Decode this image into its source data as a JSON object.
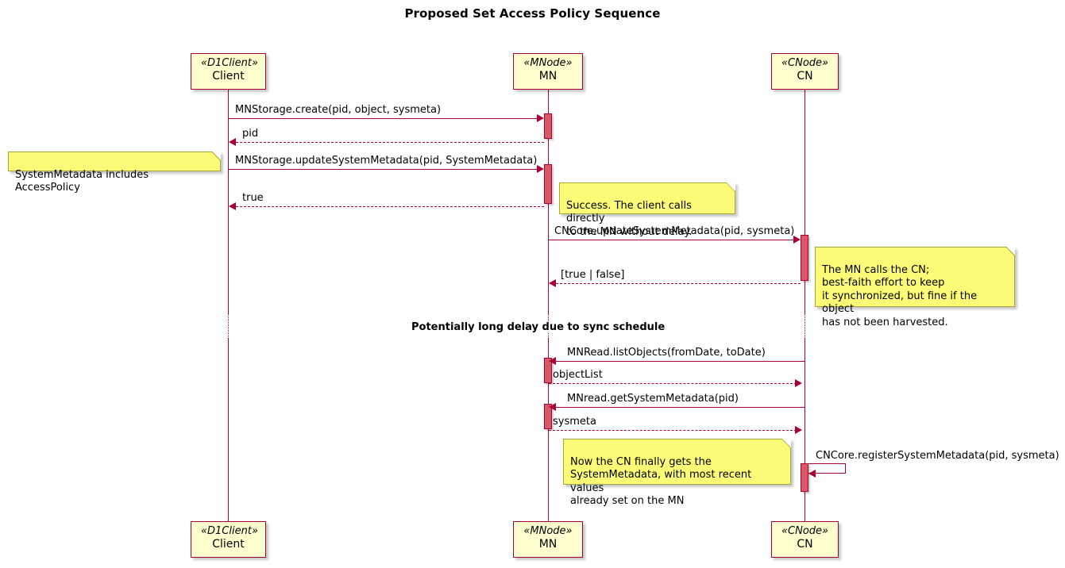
{
  "diagram": {
    "title": "Proposed Set Access Policy Sequence",
    "type": "uml-sequence-diagram",
    "colors": {
      "line": "#A80036",
      "participant_fill": "#FEFECE",
      "note_fill": "#FBFB77",
      "note_border": "#A8A838",
      "activation_fill": "#D95767",
      "background": "#FFFFFF"
    }
  },
  "participants": [
    {
      "id": "client",
      "stereotype": "«D1Client»",
      "name": "Client"
    },
    {
      "id": "mn",
      "stereotype": "«MNode»",
      "name": "MN"
    },
    {
      "id": "cn",
      "stereotype": "«CNode»",
      "name": "CN"
    }
  ],
  "messages": [
    {
      "id": "m1",
      "label": "MNStorage.create(pid, object, sysmeta)",
      "from": "client",
      "to": "mn",
      "style": "solid",
      "direction": "right"
    },
    {
      "id": "m2",
      "label": "pid",
      "from": "mn",
      "to": "client",
      "style": "dashed",
      "direction": "left"
    },
    {
      "id": "m3",
      "label": "MNStorage.updateSystemMetadata(pid, SystemMetadata)",
      "from": "client",
      "to": "mn",
      "style": "solid",
      "direction": "right"
    },
    {
      "id": "m4",
      "label": "true",
      "from": "mn",
      "to": "client",
      "style": "dashed",
      "direction": "left"
    },
    {
      "id": "m5",
      "label": "CNCore.updateSystemMetadata(pid, sysmeta)",
      "from": "mn",
      "to": "cn",
      "style": "solid",
      "direction": "right"
    },
    {
      "id": "m6",
      "label": "[true | false]",
      "from": "cn",
      "to": "mn",
      "style": "dashed",
      "direction": "left"
    },
    {
      "id": "m7",
      "label": "MNRead.listObjects(fromDate, toDate)",
      "from": "cn",
      "to": "mn",
      "style": "solid",
      "direction": "left"
    },
    {
      "id": "m8",
      "label": "objectList",
      "from": "mn",
      "to": "cn",
      "style": "dashed",
      "direction": "right"
    },
    {
      "id": "m9",
      "label": "MNread.getSystemMetadata(pid)",
      "from": "cn",
      "to": "mn",
      "style": "solid",
      "direction": "left"
    },
    {
      "id": "m10",
      "label": "sysmeta",
      "from": "mn",
      "to": "cn",
      "style": "dashed",
      "direction": "right"
    },
    {
      "id": "m11",
      "label": "CNCore.registerSystemMetadata(pid, sysmeta)",
      "from": "cn",
      "to": "cn",
      "style": "solid",
      "direction": "self"
    }
  ],
  "notes": [
    {
      "id": "n1",
      "text": "SystemMetadata includes AccessPolicy"
    },
    {
      "id": "n2",
      "text": "Success. The client calls directly\nto the MN without delay."
    },
    {
      "id": "n3",
      "text": "The MN calls the CN;\nbest-faith effort to keep\nit synchronized, but fine if the object\nhas not been harvested."
    },
    {
      "id": "n4",
      "text": "Now the CN finally gets the\nSystemMetadata, with most recent values\nalready set on the MN"
    }
  ],
  "divider": {
    "label": "Potentially long delay due to sync schedule"
  }
}
